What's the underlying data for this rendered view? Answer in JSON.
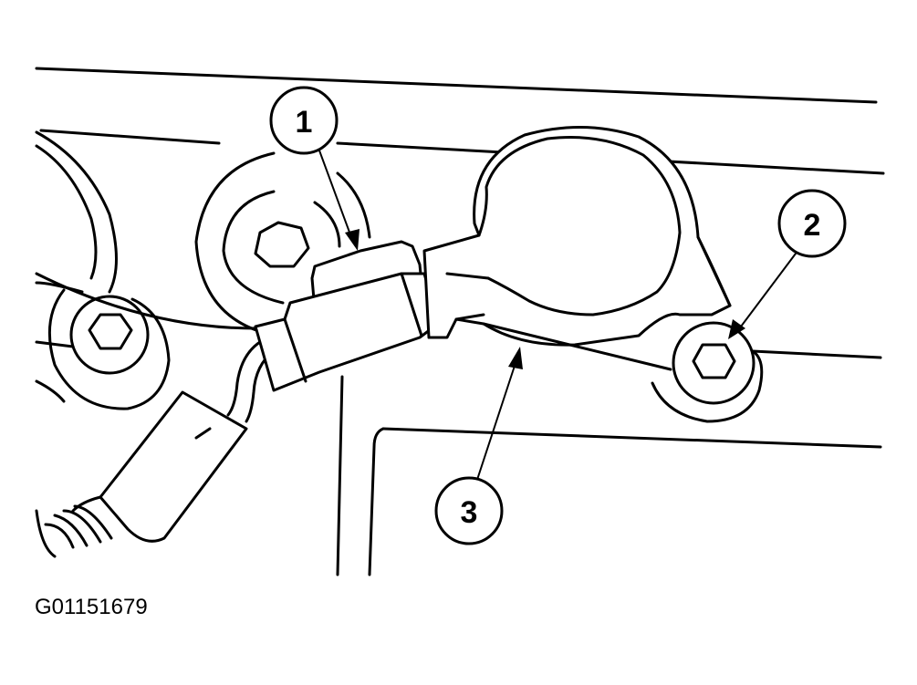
{
  "callouts": [
    {
      "id": "1",
      "label": "1"
    },
    {
      "id": "2",
      "label": "2"
    },
    {
      "id": "3",
      "label": "3"
    }
  ],
  "figure_id": "G01151679"
}
